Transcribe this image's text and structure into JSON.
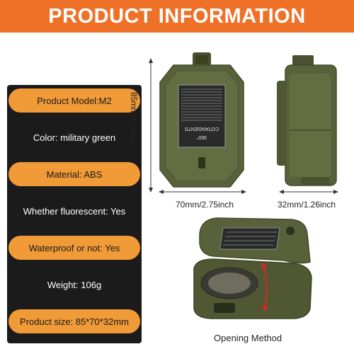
{
  "banner": {
    "title": "PRODUCT INFORMATION",
    "color": "#ef7127"
  },
  "specs": [
    {
      "text": "Product Model:M2",
      "style": "orange"
    },
    {
      "text": "Color: military green",
      "style": "dark"
    },
    {
      "text": "Material: ABS",
      "style": "orange"
    },
    {
      "text": "Whether fluorescent: Yes",
      "style": "dark"
    },
    {
      "text": "Waterproof or not: Yes",
      "style": "orange"
    },
    {
      "text": "Weight: 106g",
      "style": "dark"
    },
    {
      "text": "Product size: 85*70*32mm",
      "style": "orange"
    }
  ],
  "dimensions": {
    "height": "85mm/3.35inch",
    "width": "70mm/2.75inch",
    "depth": "32mm/1.26inch"
  },
  "compass_lid": {
    "degree": "360°",
    "label": "COTANGENTS"
  },
  "caption": "Opening Method",
  "colors": {
    "panel": "#1b1b1b",
    "accent": "#f09a38",
    "military_green": "#59613a"
  }
}
